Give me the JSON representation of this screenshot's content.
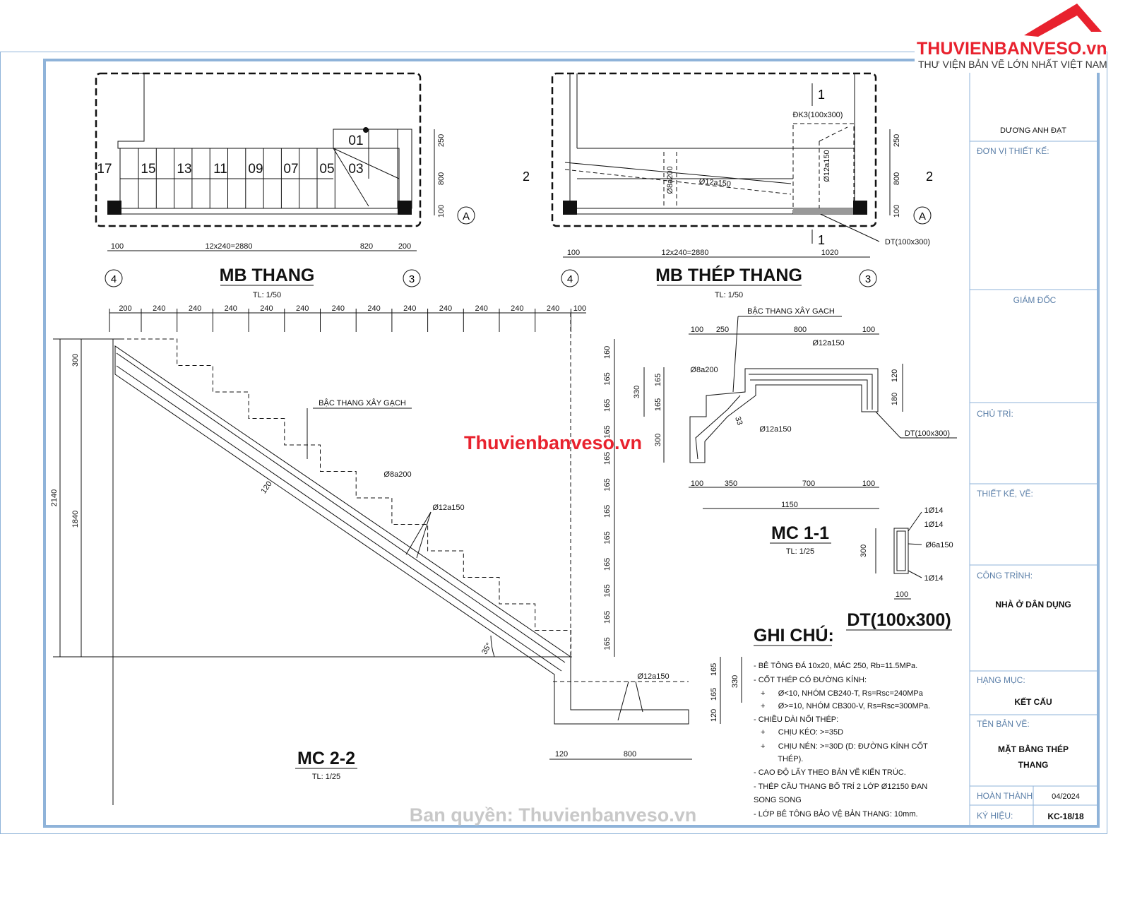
{
  "logo": {
    "brand": "THUVIENBANVESO.vn",
    "tagline": "THƯ VIỆN BẢN VẼ LỚN NHẤT VIỆT NAM",
    "brand_color": "#e8222e"
  },
  "watermark": {
    "center": "Thuvienbanveso.vn",
    "bottom": "Ban quyền: Thuvienbanveso.vn"
  },
  "mb_thang": {
    "title": "MB THANG",
    "scale": "TL: 1/50",
    "steps": [
      "17",
      "15",
      "13",
      "11",
      "09",
      "07",
      "05",
      "03",
      "01"
    ],
    "dims_right": [
      "250",
      "800",
      "100"
    ],
    "dims_bottom": [
      "100",
      "12x240=2880",
      "820",
      "200"
    ],
    "axes": [
      "4",
      "3",
      "A"
    ]
  },
  "mb_thep": {
    "title": "MB THÉP THANG",
    "scale": "TL: 1/50",
    "cut1": "1",
    "cut2": "2",
    "dk3": "ĐK3(100x300)",
    "o8": "Ø8a200",
    "o12": "Ø12a150",
    "o12v": "Ø12a150",
    "dt": "DT(100x300)",
    "dims_right": [
      "250",
      "800",
      "100"
    ],
    "dims_bottom": [
      "100",
      "12x240=2880",
      "1020"
    ],
    "axes": [
      "4",
      "3",
      "A"
    ]
  },
  "mc22": {
    "title": "MC 2-2",
    "scale": "TL: 1/25",
    "top_dims": [
      "200",
      "240",
      "240",
      "240",
      "240",
      "240",
      "240",
      "240",
      "240",
      "240",
      "240",
      "240",
      "240",
      "100"
    ],
    "right_dims": [
      "160",
      "165",
      "165",
      "165",
      "165",
      "165",
      "165",
      "165",
      "165",
      "165",
      "165",
      "165"
    ],
    "left_dims": [
      "2140",
      "1840",
      "300"
    ],
    "brick": "BẬC THANG XÂY GẠCH",
    "o8": "Ø8a200",
    "o12": "Ø12a150",
    "o12b": "Ø12a150",
    "thick": "120",
    "angle": "35°",
    "landing_dims": [
      "165",
      "165",
      "120",
      "330"
    ],
    "bottom_dims": [
      "120",
      "800"
    ]
  },
  "mc11": {
    "title": "MC 1-1",
    "scale": "TL: 1/25",
    "brick": "BẬC THANG XÂY GẠCH",
    "top_dims": [
      "100",
      "250",
      "800",
      "100"
    ],
    "o12a": "Ø12a150",
    "o8": "Ø8a200",
    "o12b": "Ø12a150",
    "left_dims": [
      "330",
      "165",
      "165",
      "300"
    ],
    "right_dims": [
      "120",
      "180"
    ],
    "ang": "33",
    "dt": "DT(100x300)",
    "bottom_dims": [
      "100",
      "350",
      "700",
      "100"
    ],
    "total": "1150"
  },
  "dt": {
    "title": "DT(100x300)",
    "r1": "1Ø14",
    "r2": "1Ø14",
    "stirrup": "Ø6a150",
    "r3": "1Ø14",
    "h": "300",
    "w": "100"
  },
  "notes": {
    "title": "GHI CHÚ:",
    "lines": [
      "- BÊ TÔNG ĐÁ 10x20, MÁC 250, Rb=11.5MPa.",
      "- CỐT THÉP CÓ ĐƯỜNG KÍNH:",
      "+      Ø<10, NHÓM CB240-T, Rs=Rsc=240MPa",
      "+      Ø>=10, NHÓM CB300-V, Rs=Rsc=300MPa.",
      "- CHIỀU DÀI NỐI THÉP:",
      "+      CHỊU KÉO: >=35D",
      "+      CHỊU NÉN: >=30D (D: ĐƯỜNG KÍNH CỐT",
      "        THÉP).",
      "- CAO ĐỘ LẤY THEO BẢN VẼ KIẾN TRÚC.",
      "- THÉP CẦU THANG BỐ TRÍ 2 LỚP Ø12150 ĐAN",
      "SONG SONG",
      "- LỚP BÊ TÔNG BẢO VỆ BẢN THANG: 10mm."
    ]
  },
  "titleblock": {
    "owner": "DƯƠNG ANH ĐẠT",
    "unit_label": "ĐƠN VỊ THIẾT KẾ:",
    "director_label": "GIÁM ĐỐC",
    "chief_label": "CHỦ TRÌ:",
    "design_label": "THIẾT KẾ, VẼ:",
    "project_label": "CÔNG TRÌNH:",
    "project": "NHÀ Ở DÂN DỤNG",
    "item_label": "HẠNG MỤC:",
    "item": "KẾT CẤU",
    "drawing_label": "TÊN BẢN VẼ:",
    "drawing_1": "MẶT BẰNG THÉP",
    "drawing_2": "THANG",
    "done_label": "HOÀN THÀNH",
    "done": "04/2024",
    "code_label": "KÝ HIỆU:",
    "code": "KC-18/18"
  }
}
